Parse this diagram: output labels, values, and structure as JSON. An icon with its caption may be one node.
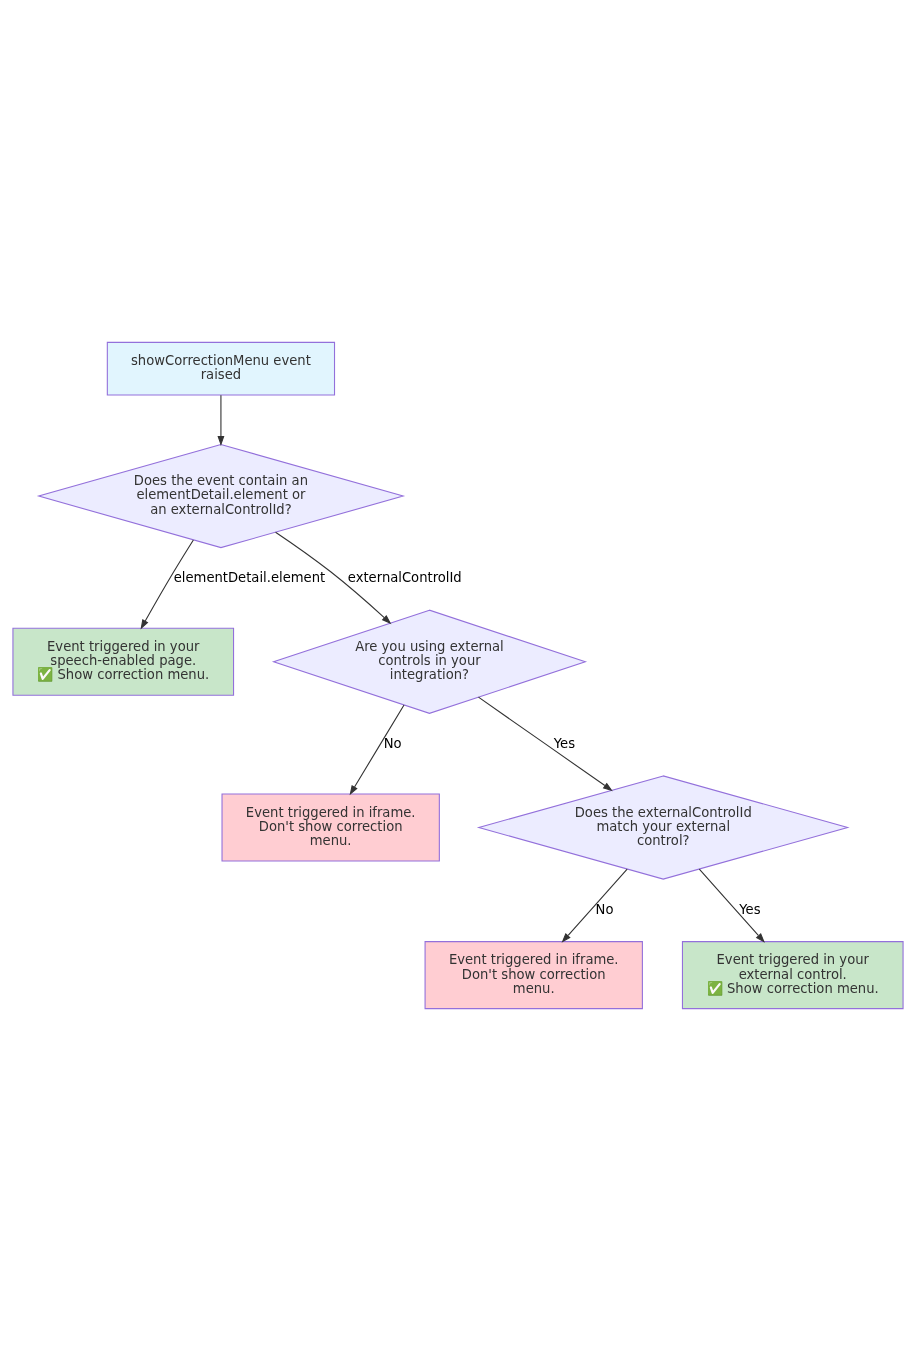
{
  "diagram": {
    "nodes": [
      {
        "text": [
          "showCorrectionMenu event raised"
        ]
      },
      {
        "text": [
          "Does the event contain an elementDetail.element or an externalControlId?"
        ]
      },
      {
        "text": [
          "Event triggered in your speech-enabled page.",
          "✅ Show correction menu."
        ]
      },
      {
        "text": [
          "Are you using external controls in your integration?"
        ]
      },
      {
        "text": [
          "Event triggered in iframe. Don't show correction menu."
        ]
      },
      {
        "text": [
          "Does the externalControlId match your external control?"
        ]
      },
      {
        "text": [
          "Event triggered in iframe. Don't show correction menu."
        ]
      },
      {
        "text": [
          "Event triggered in your external control.",
          "✅ Show correction menu."
        ]
      }
    ],
    "edges": [
      {
        "from": 0,
        "to": 1,
        "arrow": "to"
      },
      {
        "from": 1,
        "to": 2,
        "arrow": "to",
        "label": "elementDetail.element"
      },
      {
        "from": 1,
        "to": 3,
        "arrow": "to",
        "label": "externalControlId"
      },
      {
        "from": 3,
        "to": 4,
        "arrow": "to",
        "label": "No"
      },
      {
        "from": 3,
        "to": 5,
        "arrow": "to",
        "label": "Yes"
      },
      {
        "from": 5,
        "to": 6,
        "arrow": "to",
        "label": "No"
      },
      {
        "from": 5,
        "to": 7,
        "arrow": "to",
        "label": "Yes"
      }
    ]
  }
}
